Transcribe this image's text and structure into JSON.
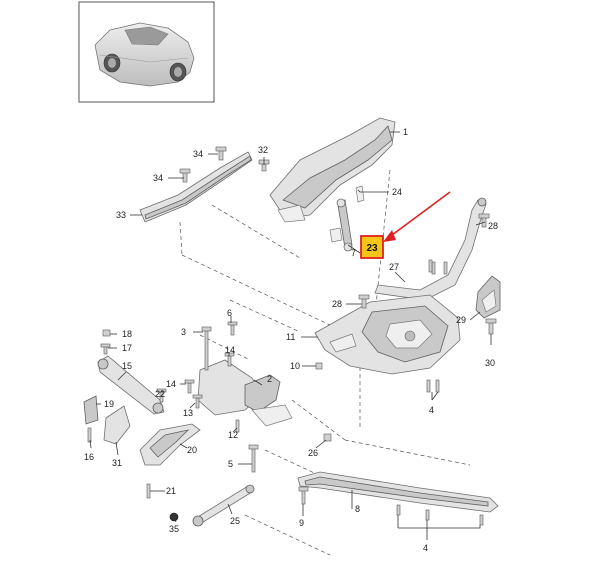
{
  "colors": {
    "highlight_fill": "#f5c518",
    "highlight_border": "#e02020",
    "arrow": "#e02020"
  },
  "thumbnail": {
    "icon": "car-thumbnail-icon"
  },
  "callouts": [
    {
      "id": "c1",
      "text": "1"
    },
    {
      "id": "c32",
      "text": "32"
    },
    {
      "id": "c34a",
      "text": "34"
    },
    {
      "id": "c34b",
      "text": "34"
    },
    {
      "id": "c33",
      "text": "33"
    },
    {
      "id": "c24",
      "text": "24"
    },
    {
      "id": "c7",
      "text": "7"
    },
    {
      "id": "c28a",
      "text": "28"
    },
    {
      "id": "c27",
      "text": "27"
    },
    {
      "id": "c28b",
      "text": "28"
    },
    {
      "id": "c29",
      "text": "29"
    },
    {
      "id": "c30",
      "text": "30"
    },
    {
      "id": "c11",
      "text": "11"
    },
    {
      "id": "c10",
      "text": "10"
    },
    {
      "id": "c4a",
      "text": "4"
    },
    {
      "id": "c6",
      "text": "6"
    },
    {
      "id": "c3",
      "text": "3"
    },
    {
      "id": "c18",
      "text": "18"
    },
    {
      "id": "c17",
      "text": "17"
    },
    {
      "id": "c15",
      "text": "15"
    },
    {
      "id": "c14a",
      "text": "14"
    },
    {
      "id": "c2",
      "text": "2"
    },
    {
      "id": "c14b",
      "text": "14"
    },
    {
      "id": "c22",
      "text": "22"
    },
    {
      "id": "c19",
      "text": "19"
    },
    {
      "id": "c13",
      "text": "13"
    },
    {
      "id": "c12",
      "text": "12"
    },
    {
      "id": "c20",
      "text": "20"
    },
    {
      "id": "c16",
      "text": "16"
    },
    {
      "id": "c31",
      "text": "31"
    },
    {
      "id": "c26",
      "text": "26"
    },
    {
      "id": "c5",
      "text": "5"
    },
    {
      "id": "c21",
      "text": "21"
    },
    {
      "id": "c35",
      "text": "35"
    },
    {
      "id": "c25",
      "text": "25"
    },
    {
      "id": "c9",
      "text": "9"
    },
    {
      "id": "c8",
      "text": "8"
    },
    {
      "id": "c4b",
      "text": "4"
    }
  ],
  "highlighted": {
    "text": "23"
  }
}
